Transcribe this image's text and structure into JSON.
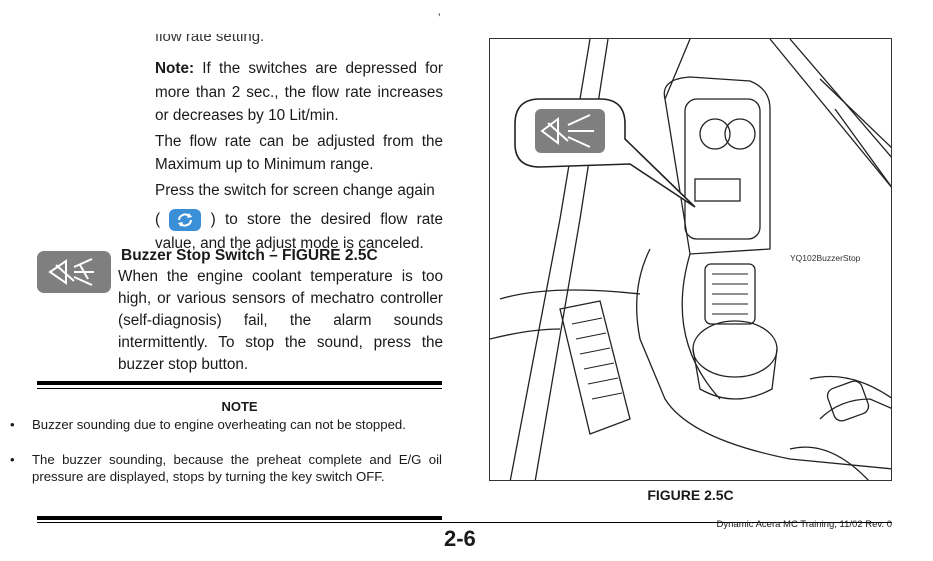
{
  "header_mark": "’",
  "intro_fragment": "flow rate setting.",
  "note_inline": {
    "label": "Note:",
    "text": " If the switches are depressed for more than 2 sec., the flow rate increases or decreases by 10 Lit/min."
  },
  "paragraph_adjust": "The flow rate can be adjusted from the Maximum up to Minimum range.",
  "paragraph_screen_a": "Press the switch for screen change again",
  "paragraph_screen_b_open": "(",
  "paragraph_screen_b_rest": ") to store the desired flow rate value, and the adjust mode is canceled.",
  "section": {
    "heading": "Buzzer Stop Switch – FIGURE 2.5C",
    "body": "When the engine coolant temperature is too high, or various sensors of mechatro controller (self-diagnosis) fail, the alarm sounds intermittently. To stop the sound, press the buzzer stop button."
  },
  "note_box": {
    "title": "NOTE",
    "items": [
      "Buzzer sounding due to engine overheating can not be stopped.",
      "The buzzer sounding, because the preheat complete and E/G oil pressure are displayed, stops by turning the key switch OFF."
    ]
  },
  "figure": {
    "tag": "YQ102BuzzerStop",
    "caption": "FIGURE 2.5C"
  },
  "footer": {
    "page_number": "2-6",
    "doc_info": "Dynamic Acera MC Training, 11/02  Rev. 0"
  },
  "icons": {
    "buzzer_stop": "buzzer-stop-icon",
    "screen_change": "screen-change-icon"
  },
  "colors": {
    "icon_gray": "#7f7f7f",
    "screen_button_blue": "#3a8fd6"
  }
}
